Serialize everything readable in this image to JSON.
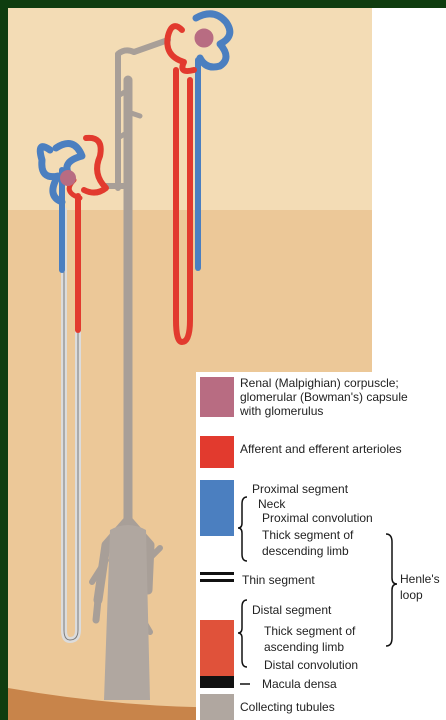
{
  "legend": {
    "renal_corpuscle": "Renal (Malpighian) corpuscle;",
    "glomerular_capsule": "glomerular (Bowman's) capsule",
    "with_glomerulus": "with glomerulus",
    "arterioles": "Afferent and efferent arterioles",
    "proximal_segment": "Proximal segment",
    "neck": "Neck",
    "proximal_convolution": "Proximal convolution",
    "thick_descending_1": "Thick segment of",
    "thick_descending_2": "descending limb",
    "thin_segment": "Thin segment",
    "henles_1": "Henle's",
    "henles_2": "loop",
    "distal_segment": "Distal segment",
    "thick_ascending_1": "Thick segment of",
    "thick_ascending_2": "ascending limb",
    "distal_convolution": "Distal convolution",
    "macula_densa": "Macula densa",
    "collecting_tubules": "Collecting tubules"
  },
  "colors": {
    "background_frame": "#0f3d0f",
    "cortex": "#f3dcb5",
    "medulla": "#ecc898",
    "papilla": "#c8844a",
    "corpuscle": "#b86c82",
    "arteriole": "#e23a2e",
    "proximal": "#4b7fc0",
    "distal": "#e0523a",
    "macula_densa": "#111111",
    "collecting": "#b0a7a0"
  }
}
